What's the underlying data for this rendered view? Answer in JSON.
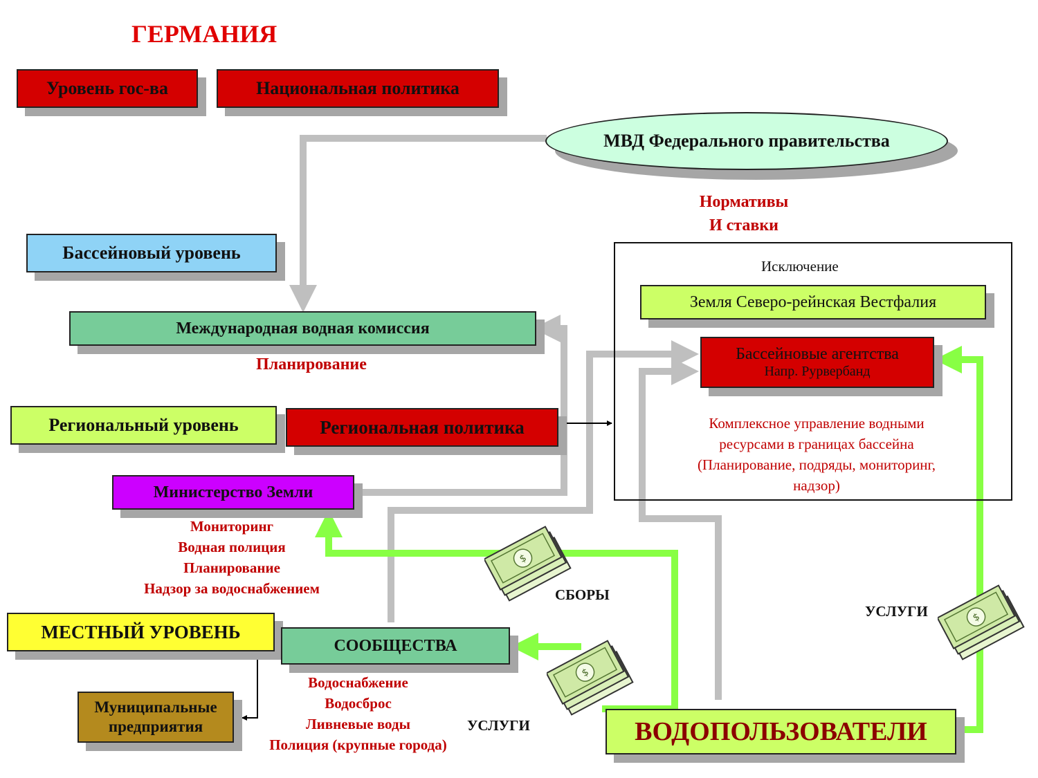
{
  "title": "ГЕРМАНИЯ",
  "levels": {
    "state": "Уровень гос-ва",
    "basin": "Бассейновый уровень",
    "regional": "Региональный уровень",
    "local": "МЕСТНЫЙ УРОВЕНЬ"
  },
  "nodes": {
    "national_policy": "Национальная политика",
    "mvd": "МВД Федерального правительства",
    "intl_commission": "Международная водная комиссия",
    "regional_policy": "Региональная политика",
    "land_ministry": "Министерство Земли",
    "communities": "СООБЩЕСТВА",
    "municipal": "Муниципальные предприятия",
    "water_users": "ВОДОПОЛЬЗОВАТЕЛИ",
    "nrw": "Земля Северо-рейнская Вестфалия",
    "basin_agencies_line1": "Бассейновые агентства",
    "basin_agencies_line2": "Напр. Рурвербанд"
  },
  "labels": {
    "norms_line1": "Нормативы",
    "norms_line2": "И ставки",
    "exception": "Исключение",
    "planning": "Планирование",
    "ministry_functions": [
      "Мониторинг",
      "Водная полиция",
      "Планирование",
      "Надзор за водоснабжением"
    ],
    "community_functions": [
      "Водоснабжение",
      "Водосброс",
      "Ливневые воды",
      "Полиция (крупные города)"
    ],
    "integrated_mgmt": [
      "Комплексное управление водными",
      "ресурсами в границах бассейна",
      "(Планирование, подряды, мониторинг,",
      "надзор)"
    ],
    "fees": "СБОРЫ",
    "services_left": "УСЛУГИ",
    "services_right": "УСЛУГИ"
  },
  "colors": {
    "red": "#d40000",
    "cyan": "#8fd3f6",
    "lime": "#ccff66",
    "teal": "#77cc99",
    "purple": "#cc00ff",
    "yellow": "#ffff33",
    "brown": "#b48a1e",
    "ellipse": "#ccffe0",
    "green_arrow": "#88ff44",
    "grey_arrow": "#bfbfbf",
    "label_red": "#c00000"
  },
  "icons": [
    "money-stack-icon"
  ]
}
